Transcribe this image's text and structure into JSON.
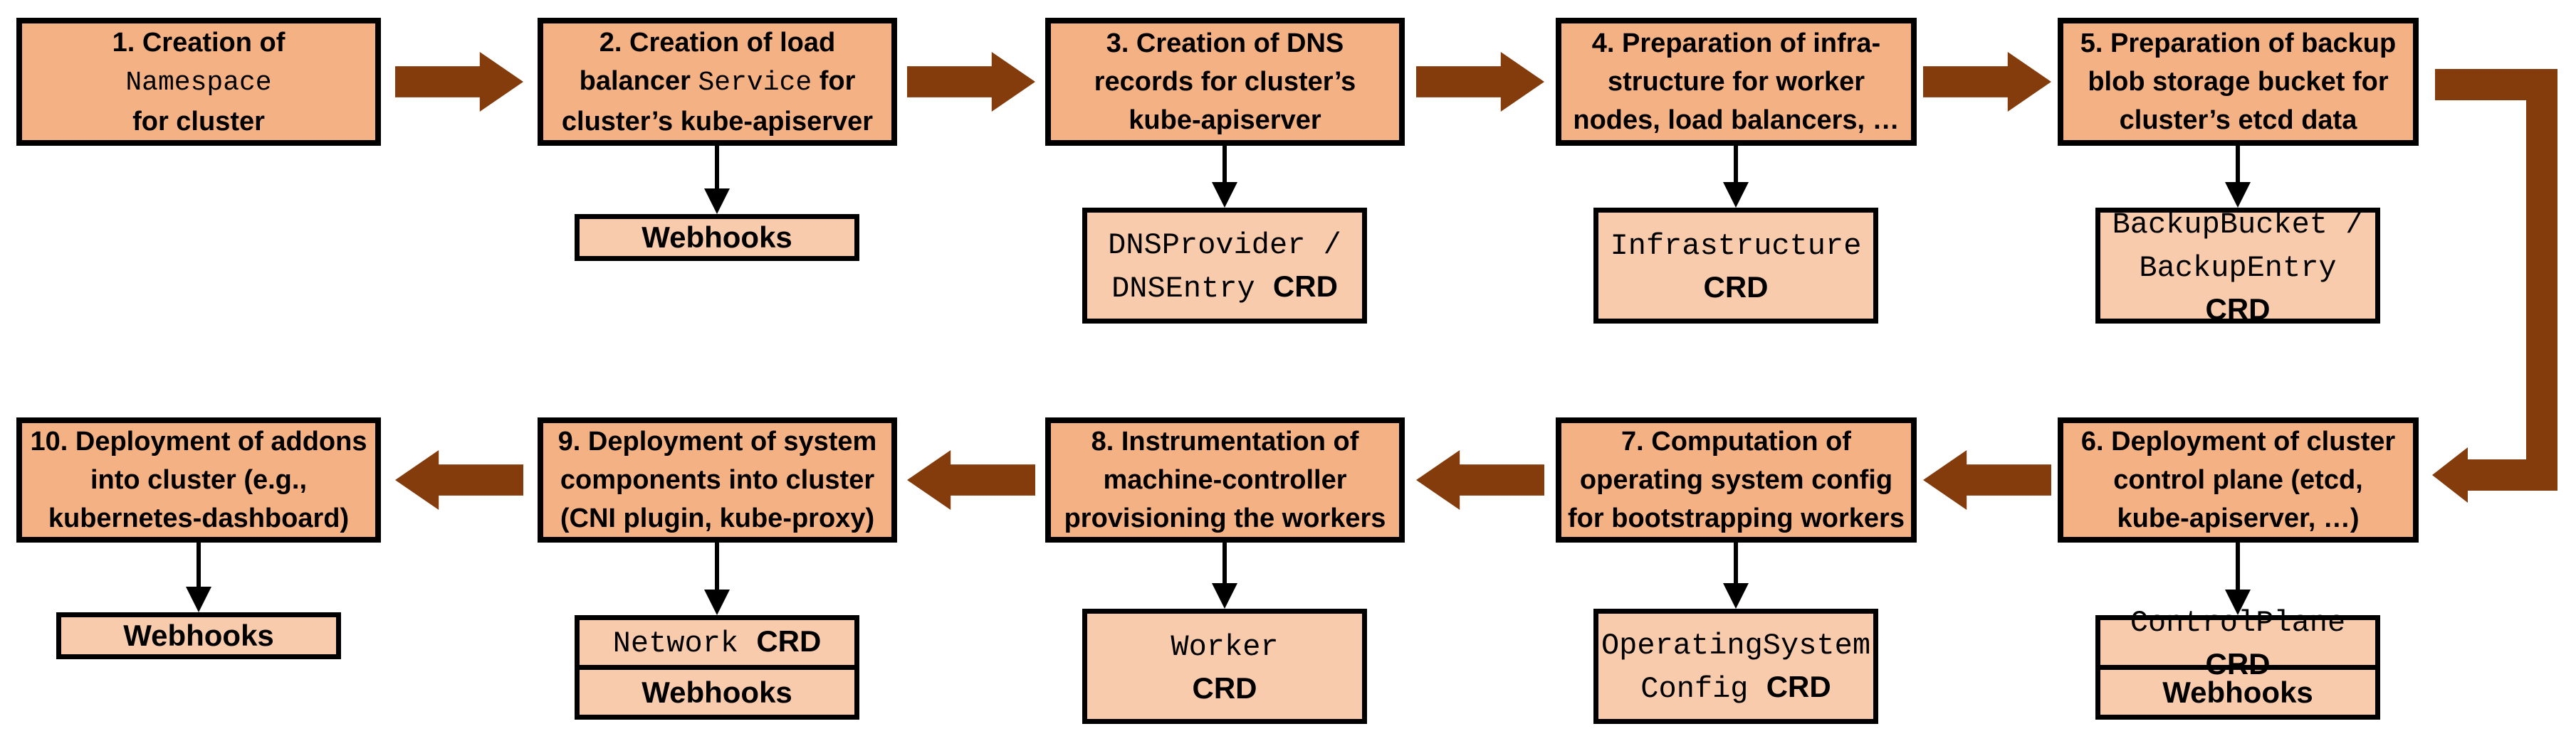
{
  "diagram": {
    "description": "Cluster creation flow with extension points",
    "colors": {
      "main_box_fill": "#F4B183",
      "artifact_box_fill": "#F8CBAD",
      "box_border": "#000000",
      "flow_arrow": "#843C0C",
      "connector": "#000000",
      "background": "#FFFFFF"
    },
    "steps": [
      {
        "id": 1,
        "segments": [
          {
            "text": "1. Creation of\n",
            "font": "sans"
          },
          {
            "text": "Namespace",
            "font": "mono"
          },
          {
            "text": "\nfor cluster",
            "font": "sans"
          }
        ]
      },
      {
        "id": 2,
        "segments": [
          {
            "text": "2. Creation of load\nbalancer ",
            "font": "sans"
          },
          {
            "text": "Service",
            "font": "mono"
          },
          {
            "text": " for\ncluster’s kube-apiserver",
            "font": "sans"
          }
        ]
      },
      {
        "id": 3,
        "segments": [
          {
            "text": "3. Creation of DNS\nrecords for cluster’s\nkube-apiserver",
            "font": "sans"
          }
        ]
      },
      {
        "id": 4,
        "segments": [
          {
            "text": "4. Preparation of infra-\nstructure for worker\nnodes, load balancers, …",
            "font": "sans"
          }
        ]
      },
      {
        "id": 5,
        "segments": [
          {
            "text": "5. Preparation of backup\nblob storage bucket for\ncluster’s etcd data",
            "font": "sans"
          }
        ]
      },
      {
        "id": 6,
        "segments": [
          {
            "text": "6. Deployment of cluster\ncontrol plane (etcd,\nkube-apiserver, …)",
            "font": "sans"
          }
        ]
      },
      {
        "id": 7,
        "segments": [
          {
            "text": "7. Computation of\noperating system config\nfor bootstrapping workers",
            "font": "sans"
          }
        ]
      },
      {
        "id": 8,
        "segments": [
          {
            "text": "8. Instrumentation of\nmachine-controller\nprovisioning the workers",
            "font": "sans"
          }
        ]
      },
      {
        "id": 9,
        "segments": [
          {
            "text": "9. Deployment of system\ncomponents into cluster\n(CNI plugin, kube-proxy)",
            "font": "sans"
          }
        ]
      },
      {
        "id": 10,
        "segments": [
          {
            "text": "10. Deployment of addons\ninto cluster (e.g.,\nkubernetes-dashboard)",
            "font": "sans"
          }
        ]
      }
    ],
    "artifacts": {
      "step2": {
        "cells": [
          [
            {
              "text": "Webhooks",
              "font": "sans"
            }
          ]
        ]
      },
      "step3": {
        "cells": [
          [
            {
              "text": "DNSProvider /\nDNSEntry ",
              "font": "mono"
            },
            {
              "text": "CRD",
              "font": "sans"
            }
          ]
        ]
      },
      "step4": {
        "cells": [
          [
            {
              "text": "Infrastructure\n",
              "font": "mono"
            },
            {
              "text": "CRD",
              "font": "sans"
            }
          ]
        ]
      },
      "step5": {
        "cells": [
          [
            {
              "text": "BackupBucket /\nBackupEntry ",
              "font": "mono"
            },
            {
              "text": "CRD",
              "font": "sans"
            }
          ]
        ]
      },
      "step6": {
        "cells": [
          [
            {
              "text": "ControlPlane ",
              "font": "mono"
            },
            {
              "text": "CRD",
              "font": "sans"
            }
          ],
          [
            {
              "text": "Webhooks",
              "font": "sans"
            }
          ]
        ]
      },
      "step7": {
        "cells": [
          [
            {
              "text": "OperatingSystem\nConfig ",
              "font": "mono"
            },
            {
              "text": "CRD",
              "font": "sans"
            }
          ]
        ]
      },
      "step8": {
        "cells": [
          [
            {
              "text": "Worker\n",
              "font": "mono"
            },
            {
              "text": "CRD",
              "font": "sans"
            }
          ]
        ]
      },
      "step9": {
        "cells": [
          [
            {
              "text": "Network ",
              "font": "mono"
            },
            {
              "text": "CRD",
              "font": "sans"
            }
          ],
          [
            {
              "text": "Webhooks",
              "font": "sans"
            }
          ]
        ]
      },
      "step10": {
        "cells": [
          [
            {
              "text": "Webhooks",
              "font": "sans"
            }
          ]
        ]
      }
    }
  }
}
